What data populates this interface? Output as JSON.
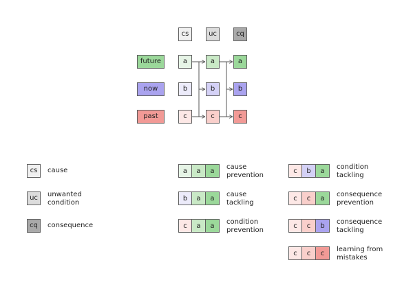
{
  "header": {
    "cs": "cs",
    "uc": "uc",
    "cq": "cq"
  },
  "rows": {
    "future": "future",
    "now": "now",
    "past": "past"
  },
  "grid": {
    "a": "a",
    "b": "b",
    "c": "c"
  },
  "legend": {
    "cs": {
      "symbol": "cs",
      "desc": [
        "cause"
      ]
    },
    "uc": {
      "symbol": "uc",
      "desc": [
        "unwanted",
        "condition"
      ]
    },
    "cq": {
      "symbol": "cq",
      "desc": [
        "consequence"
      ]
    }
  },
  "combos": [
    {
      "cells": [
        "a",
        "a",
        "a"
      ],
      "desc": [
        "cause",
        "prevention"
      ]
    },
    {
      "cells": [
        "b",
        "a",
        "a"
      ],
      "desc": [
        "cause",
        "tackling"
      ]
    },
    {
      "cells": [
        "c",
        "a",
        "a"
      ],
      "desc": [
        "condition",
        "prevention"
      ]
    },
    {
      "cells": [
        "c",
        "b",
        "a"
      ],
      "desc": [
        "condition",
        "tackling"
      ]
    },
    {
      "cells": [
        "c",
        "c",
        "a"
      ],
      "desc": [
        "consequence",
        "prevention"
      ]
    },
    {
      "cells": [
        "c",
        "c",
        "b"
      ],
      "desc": [
        "consequence",
        "tackling"
      ]
    },
    {
      "cells": [
        "c",
        "c",
        "c"
      ],
      "desc": [
        "learning from",
        "mistakes"
      ]
    }
  ],
  "colors": {
    "future": "#9bd89a",
    "now": "#aaa3ef",
    "past": "#f29a96",
    "border": "#5f5f5f"
  }
}
